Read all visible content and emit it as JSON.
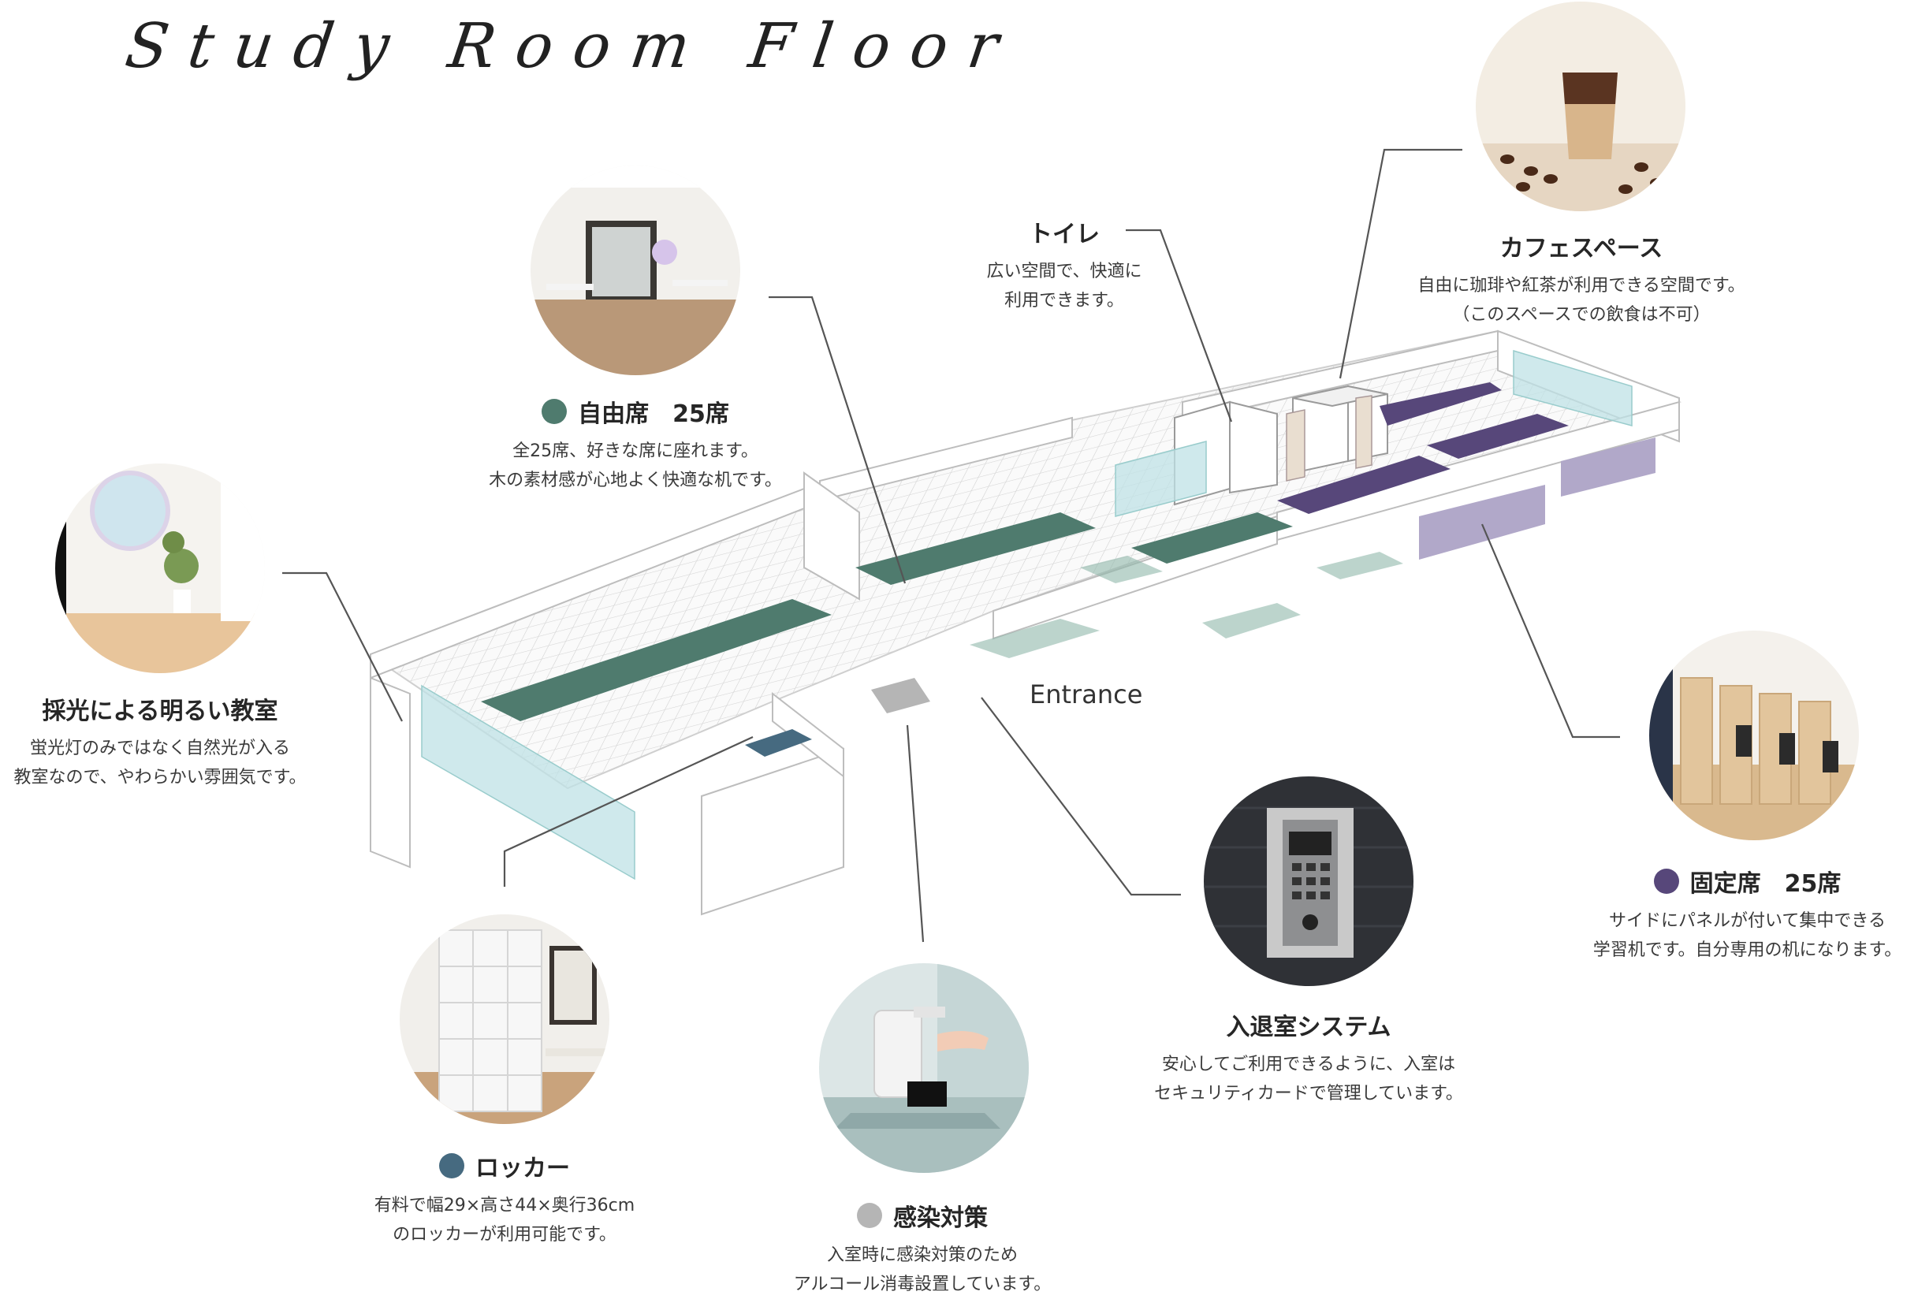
{
  "title": "Study Room Floor",
  "entrance_label": "Entrance",
  "colors": {
    "free_seat": "#4f7b6e",
    "fixed_seat": "#57477a",
    "fixed_seat_light": "#b1a8c9",
    "locker": "#466a80",
    "infection": "#b5b5b5",
    "window_glass": "#bfe2e6",
    "line": "#555555"
  },
  "features": {
    "free_seat": {
      "title": "自由席　25席",
      "desc1": "全25席、好きな席に座れます。",
      "desc2": "木の素材感が心地よく快適な机です。",
      "icon": "office-room-photo"
    },
    "bright": {
      "title": "採光による明るい教室",
      "desc1": "蛍光灯のみではなく自然光が入る",
      "desc2": "教室なので、やわらかい雰囲気です。",
      "icon": "window-plant-photo"
    },
    "toilet": {
      "title": "トイレ",
      "desc1": "広い空間で、快適に",
      "desc2": "利用できます。"
    },
    "cafe": {
      "title": "カフェスペース",
      "desc1": "自由に珈琲や紅茶が利用できる空間です。",
      "desc2": "（このスペースでの飲食は不可）",
      "icon": "iced-coffee-photo"
    },
    "fixed_seat": {
      "title": "固定席　25席",
      "desc1": "サイドにパネルが付いて集中できる",
      "desc2": "学習机です。自分専用の机になります。",
      "icon": "study-carrel-photo"
    },
    "entry_system": {
      "title": "入退室システム",
      "desc1": "安心してご利用できるように、入室は",
      "desc2": "セキュリティカードで管理しています。",
      "icon": "intercom-panel-photo"
    },
    "locker": {
      "title": "ロッカー",
      "desc1": "有料で幅29×高さ44×奥行36cm",
      "desc2": "のロッカーが利用可能です。",
      "icon": "locker-photo"
    },
    "infection": {
      "title": "感染対策",
      "desc1": "入室時に感染対策のため",
      "desc2": "アルコール消毒設置しています。",
      "icon": "sanitizer-photo"
    }
  }
}
